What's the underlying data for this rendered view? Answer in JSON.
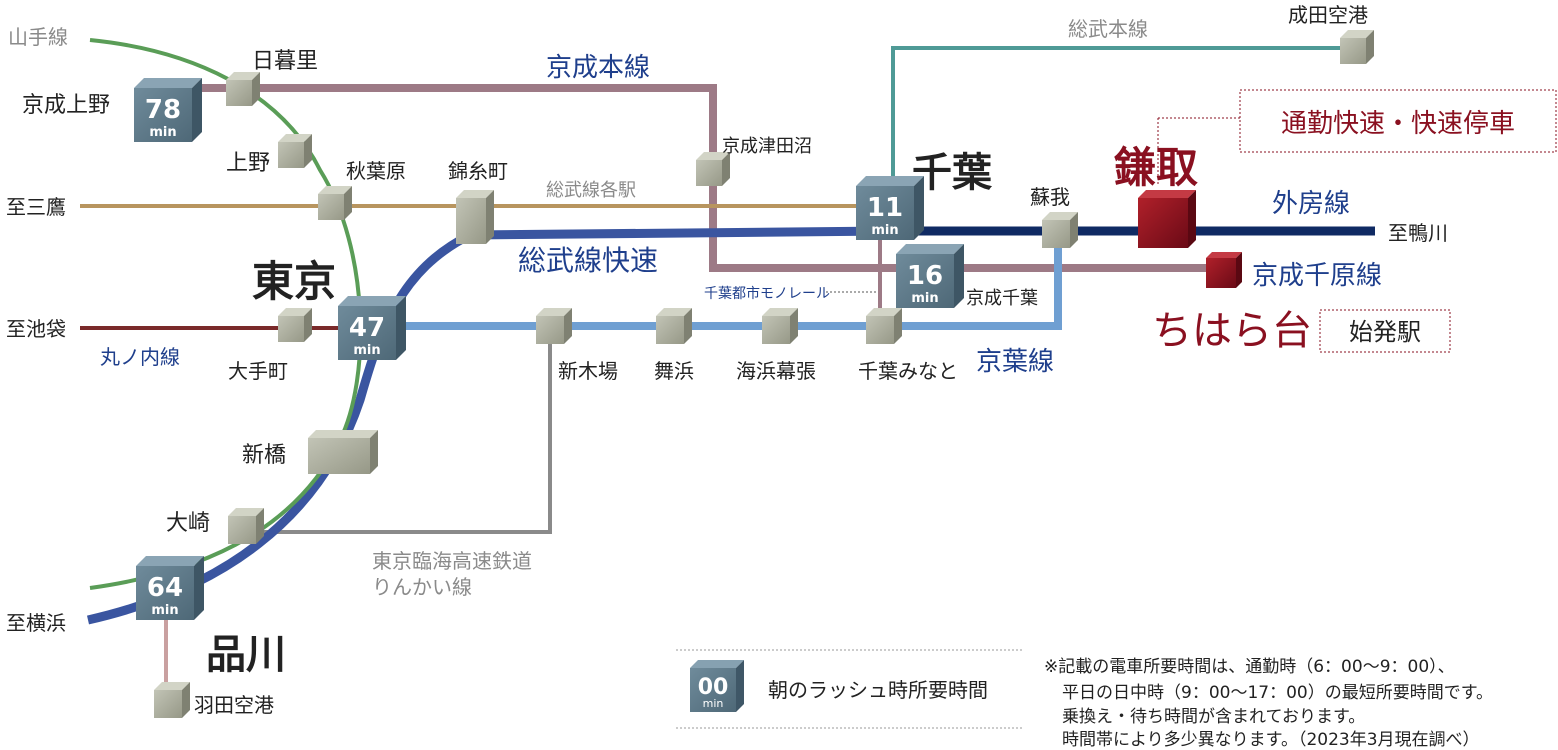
{
  "lines": {
    "yamanote": "山手線",
    "keisei_main": "京成本線",
    "sobu_main": "総武本線",
    "sobu_local": "総武線各駅",
    "sobu_rapid": "総武線快速",
    "marunouchi": "丸ノ内線",
    "keiyo": "京葉線",
    "sotobo": "外房線",
    "keisei_chihara": "京成千原線",
    "chiba_monorail": "千葉都市モノレール",
    "rinkai_1": "東京臨海高速鉄道",
    "rinkai_2": "りんかい線"
  },
  "stations": {
    "narita_airport": "成田空港",
    "nippori": "日暮里",
    "keisei_ueno": "京成上野",
    "ueno": "上野",
    "akihabara": "秋葉原",
    "kinshicho": "錦糸町",
    "keisei_tsudanuma": "京成津田沼",
    "chiba": "千葉",
    "soga": "蘇我",
    "kamatori": "鎌取",
    "tokyo": "東京",
    "otemachi": "大手町",
    "shinkiba": "新木場",
    "maihama": "舞浜",
    "kaihin_makuhari": "海浜幕張",
    "chiba_minato": "千葉みなと",
    "keisei_chiba": "京成千葉",
    "shimbashi": "新橋",
    "osaki": "大崎",
    "shinagawa": "品川",
    "haneda_airport": "羽田空港",
    "chiharadai": "ちはら台"
  },
  "directions": {
    "mitaka": "至三鷹",
    "ikebukuro": "至池袋",
    "yokohama": "至横浜",
    "kamogawa": "至鴨川"
  },
  "times": {
    "keisei_ueno": "78",
    "tokyo": "47",
    "chiba": "11",
    "keisei_chiba": "16",
    "shinagawa": "64"
  },
  "time_unit": "min",
  "callouts": {
    "kamatori_stop": "通勤快速・快速停車",
    "chiharadai_origin": "始発駅"
  },
  "legend": {
    "sample_time": "00",
    "label": "朝のラッシュ時所要時間"
  },
  "notes": [
    "※記載の電車所要時間は、通勤時（6：00〜9：00）、",
    "平日の日中時（9：00〜17：00）の最短所要時間です。",
    "乗換え・待ち時間が含まれております。",
    "時間帯により多少異なります。（2023年3月現在調べ）"
  ],
  "colors": {
    "yamanote": "#5a9d57",
    "keisei": "#9d7a86",
    "sobu_main": "#4f9a96",
    "sobu_local": "#b8955f",
    "sobu_rapid": "#3a55a0",
    "marunouchi": "#7a2a2a",
    "keiyo": "#6f9fd2",
    "sotobo": "#0f2a63",
    "rinkai": "#8a8a8a",
    "monorail": "#8f8f8f",
    "haneda": "#c9a0a0",
    "station_box": "#a6a89a",
    "time_box": "#5f7b8c",
    "highlight_station": "#8a1020",
    "title_blue": "#1f3f8c",
    "accent_red": "#8a1020"
  }
}
